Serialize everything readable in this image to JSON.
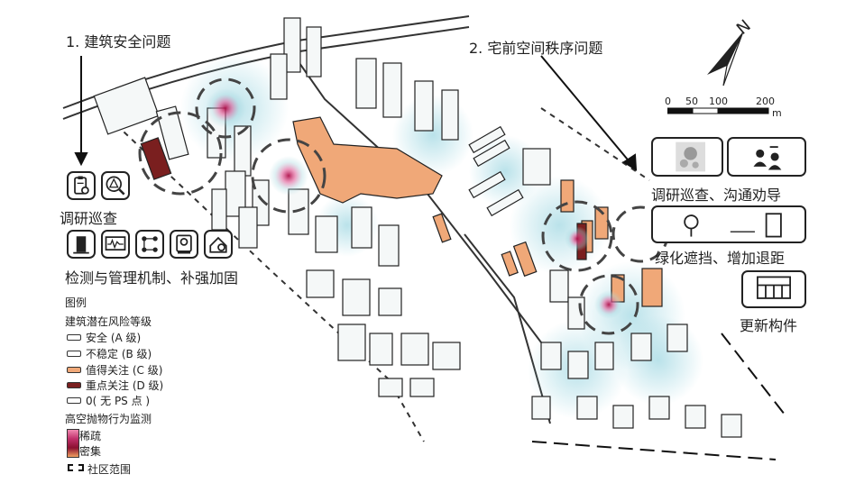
{
  "annotations": {
    "issue_1": "1. 建筑安全问题",
    "issue_2": "2. 宅前空间秩序问题"
  },
  "left_panel": {
    "group_1_label": "调研巡查",
    "group_2_label": "检测与管理机制、补强加固"
  },
  "right_panel": {
    "group_1_label": "调研巡查、沟通劝导",
    "group_2_label": "绿化遮挡、增加退距",
    "group_3_label": "更新构件"
  },
  "legend": {
    "title": "图例",
    "risk_title": "建筑潜在风险等级",
    "risk_levels": [
      {
        "label": "安全 (A 级)",
        "color": "#ffffff"
      },
      {
        "label": "不稳定 (B 级)",
        "color": "#ffffff"
      },
      {
        "label": "值得关注 (C 级)",
        "color": "#f0a878"
      },
      {
        "label": "重点关注 (D 级)",
        "color": "#7a1f1f"
      },
      {
        "label": "0( 无 PS 点 )",
        "color": "#ffffff"
      }
    ],
    "monitoring_title": "高空抛物行为监测",
    "density_sparse": "稀疏",
    "density_dense": "密集",
    "boundary_label": "社区范围"
  },
  "north_arrow": {
    "letter": "N"
  },
  "scale_bar": {
    "ticks": [
      "0",
      "50",
      "100",
      "200"
    ],
    "unit": "m"
  },
  "colors": {
    "c_level": "#f0a878",
    "d_level": "#7a1f1f",
    "heat": "#d02060",
    "halo": "#a8d8e0",
    "road": "#444444"
  }
}
